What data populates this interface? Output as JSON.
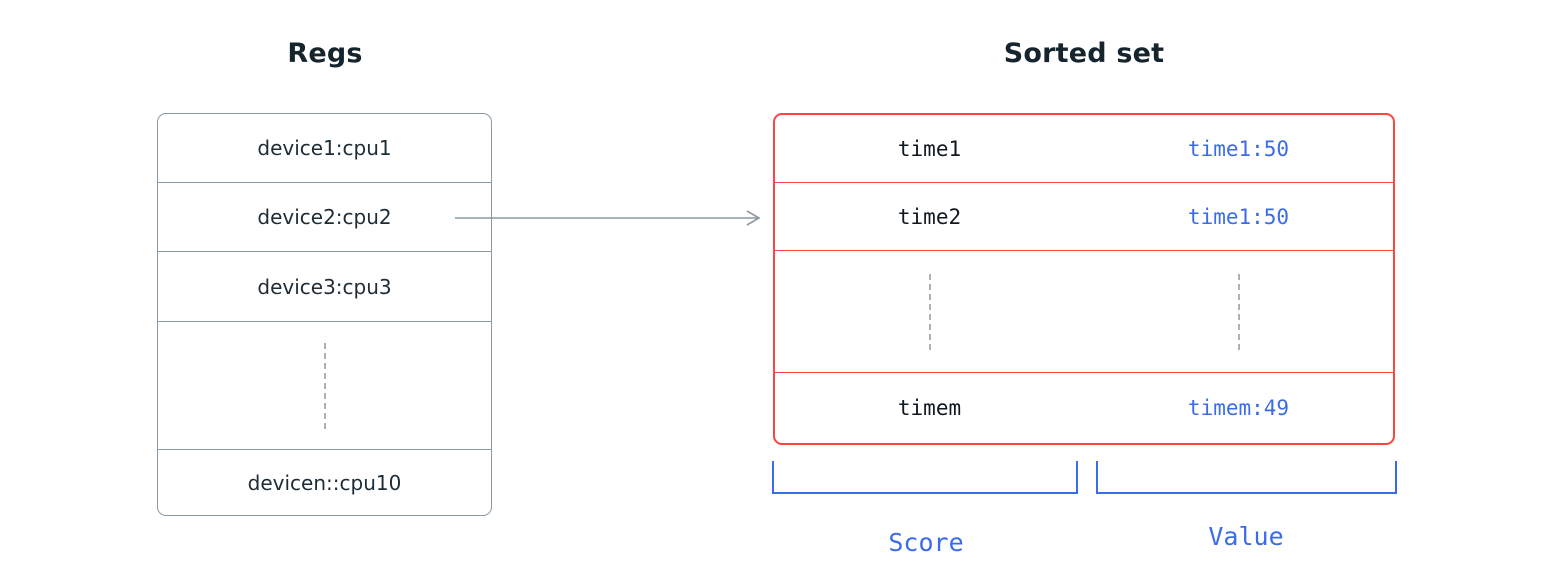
{
  "regs": {
    "title": "Regs",
    "rows": [
      "device1:cpu1",
      "device2:cpu2",
      "device3:cpu3",
      "devicen::cpu10"
    ]
  },
  "sorted_set": {
    "title": "Sorted set",
    "rows": [
      {
        "score": "time1",
        "value": "time1:50"
      },
      {
        "score": "time2",
        "value": "time1:50"
      },
      {
        "score": "timem",
        "value": "timem:49"
      }
    ],
    "labels": {
      "score": "Score",
      "value": "Value"
    }
  },
  "colors": {
    "table_border_gray": "#8b9aa6",
    "sorted_set_border_red": "#fa4540",
    "accent_blue": "#3b6ce8",
    "text_dark": "#16242e"
  }
}
